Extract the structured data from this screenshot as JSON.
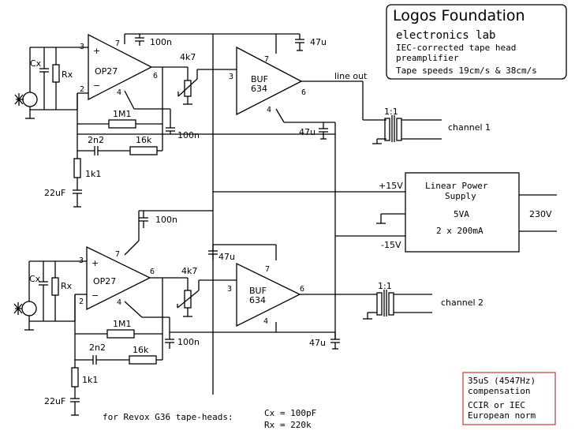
{
  "info_box": {
    "title": "Logos Foundation",
    "subtitle": "electronics lab",
    "line1": "IEC-corrected tape head",
    "line2": "preamplifier",
    "line3": "Tape speeds 19cm/s & 38cm/s"
  },
  "comp_box": {
    "line1": "35uS (4547Hz)",
    "line2": "compensation",
    "line3": "CCIR or IEC",
    "line4": "European norm"
  },
  "psu": {
    "title_line1": "Linear Power",
    "title_line2": "Supply",
    "power": "5VA",
    "current": "2 x 200mA",
    "mains": "230V",
    "pos_rail": "+15V",
    "neg_rail": "-15V"
  },
  "labels": {
    "line_out": "line out",
    "channel1": "channel 1",
    "channel2": "channel 2",
    "transformer_ratio": "1:1",
    "op27": "OP27",
    "buf": "BUF",
    "buf_num": "634",
    "cx": "Cx",
    "rx": "Rx",
    "c100n": "100n",
    "c47u": "47u",
    "r4k7": "4k7",
    "r1m1": "1M1",
    "c2n2": "2n2",
    "r16k": "16k",
    "r1k1": "1k1",
    "c22uf": "22uF",
    "pin3": "3",
    "pin2": "2",
    "pin7": "7",
    "pin4": "4",
    "pin6": "6",
    "plus": "+",
    "minus": "−"
  },
  "footer": {
    "note": "for Revox G36 tape-heads:",
    "cx_value": "Cx = 100pF",
    "rx_value": "Rx = 220k"
  }
}
